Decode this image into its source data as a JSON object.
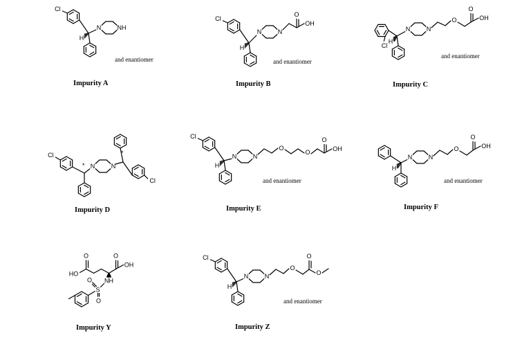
{
  "enantiomer_note": "and enantiomer",
  "atoms": {
    "cl": "Cl",
    "n": "N",
    "nh": "NH",
    "h": "H",
    "o": "O",
    "oh": "OH",
    "ho": "HO",
    "s": "S",
    "star": "*"
  },
  "structures": [
    {
      "id": "A",
      "caption": "Impurity A"
    },
    {
      "id": "B",
      "caption": "Impurity B"
    },
    {
      "id": "C",
      "caption": "Impurity C"
    },
    {
      "id": "D",
      "caption": "Impurity D"
    },
    {
      "id": "E",
      "caption": "Impurity E"
    },
    {
      "id": "F",
      "caption": "Impurity F"
    },
    {
      "id": "Y",
      "caption": "Impurity Y"
    },
    {
      "id": "Z",
      "caption": "Impurity Z"
    }
  ]
}
